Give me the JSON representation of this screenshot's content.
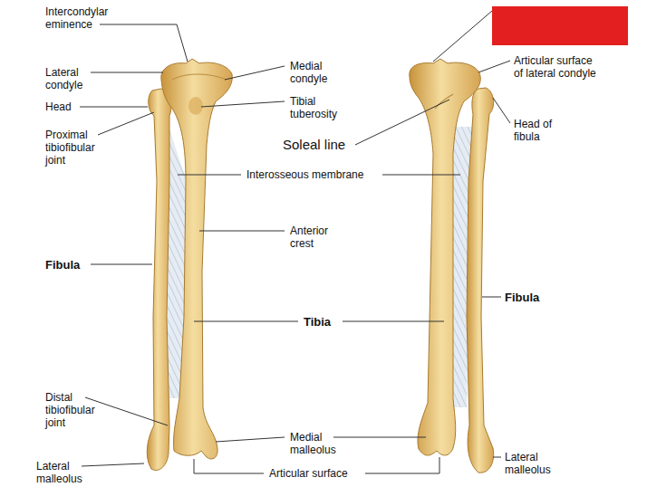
{
  "diagram": {
    "labels": [
      "Intercondylar eminence",
      "Lateral condyle",
      "Head",
      "Proximal tibiofibular joint",
      "Fibula",
      "Distal tibiofibular joint",
      "Lateral malleolus",
      "Medial condyle",
      "Tibial tuberosity",
      "Soleal line",
      "Interosseous membrane",
      "Anterior crest",
      "Tibia",
      "Medial malleolus",
      "Articular surface",
      "Articular surface of lateral condyle",
      "Head of fibula",
      "Fibula",
      "Lateral malleolus"
    ]
  }
}
